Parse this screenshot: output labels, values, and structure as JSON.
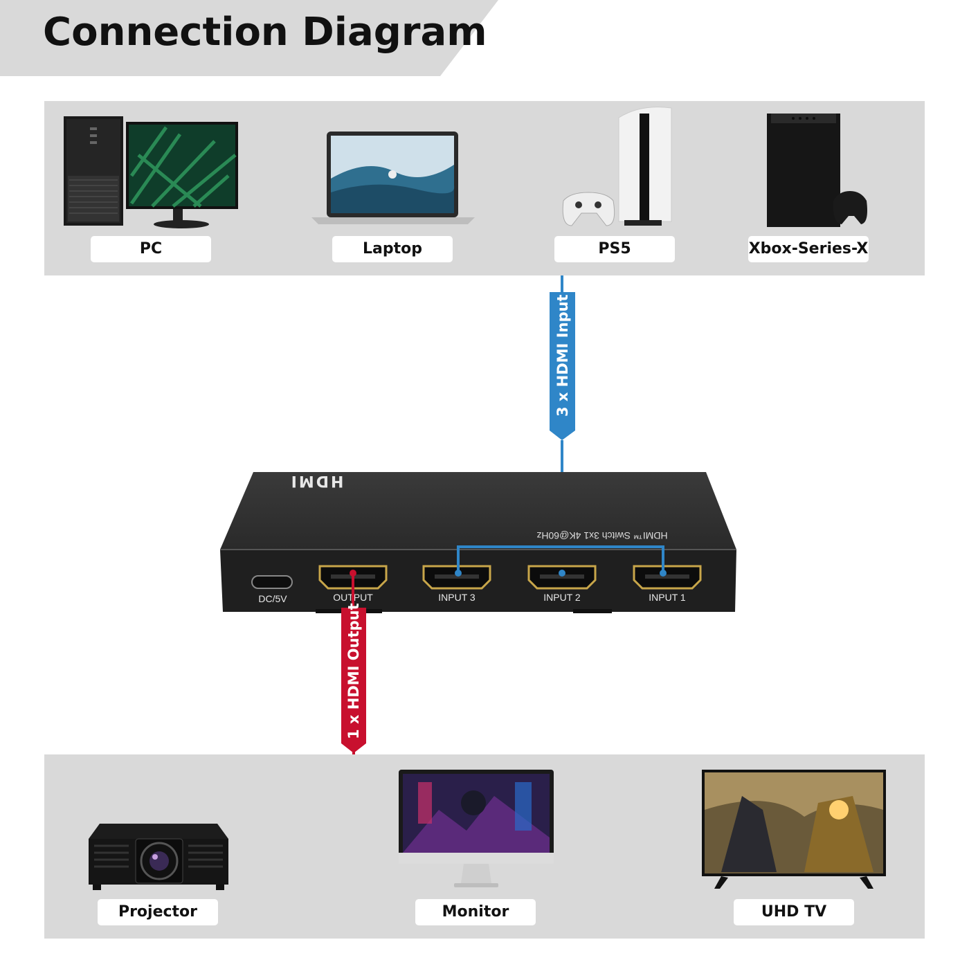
{
  "title": "Connection Diagram",
  "sources": [
    {
      "label": "PC",
      "icon": "pc-icon"
    },
    {
      "label": "Laptop",
      "icon": "laptop-icon"
    },
    {
      "label": "PS5",
      "icon": "ps5-icon"
    },
    {
      "label": "Xbox-Series-X",
      "icon": "xbox-icon"
    }
  ],
  "displays": [
    {
      "label": "Projector",
      "icon": "projector-icon"
    },
    {
      "label": "Monitor",
      "icon": "monitor-icon"
    },
    {
      "label": "UHD TV",
      "icon": "tv-icon"
    }
  ],
  "cables": {
    "input_label": "3 x HDMI Input",
    "output_label": "1 x HDMI Output",
    "input_color": "#2f86c8",
    "output_color": "#c8102e"
  },
  "switch": {
    "brand": "HDMI",
    "model_text": "HDMI™ Switch 3x1 4K@60Hz",
    "ports": [
      "DC/5V",
      "OUTPUT",
      "INPUT 3",
      "INPUT 2",
      "INPUT 1"
    ]
  }
}
